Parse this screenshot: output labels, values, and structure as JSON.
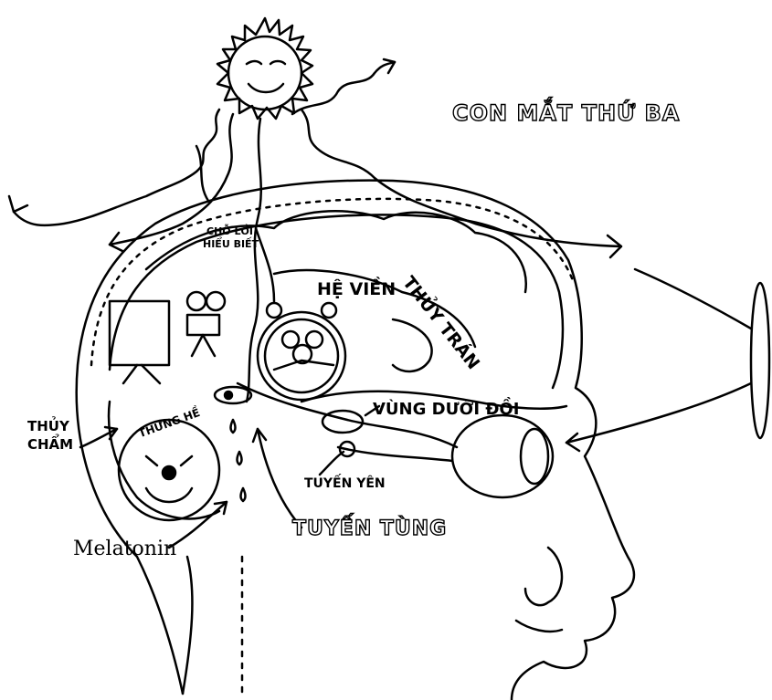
{
  "labels": {
    "title": "CON MẮT THỨ BA",
    "parietal_lobe": "THỦY TRÁN",
    "association_area_line1": "CHỖ LỒI",
    "association_area_line2": "HIỂU BIẾT",
    "limbic_system": "HỆ VIỀN",
    "hypothalamus": "VÙNG DƯỚI ĐỒI",
    "occipital_line1": "THỦY",
    "occipital_line2": "CHẨM",
    "clown_caption": "THỪNG HỀ",
    "pituitary": "TUYẾN YÊN",
    "pineal": "TUYẾN TÙNG",
    "melatonin": "Melatonin"
  }
}
